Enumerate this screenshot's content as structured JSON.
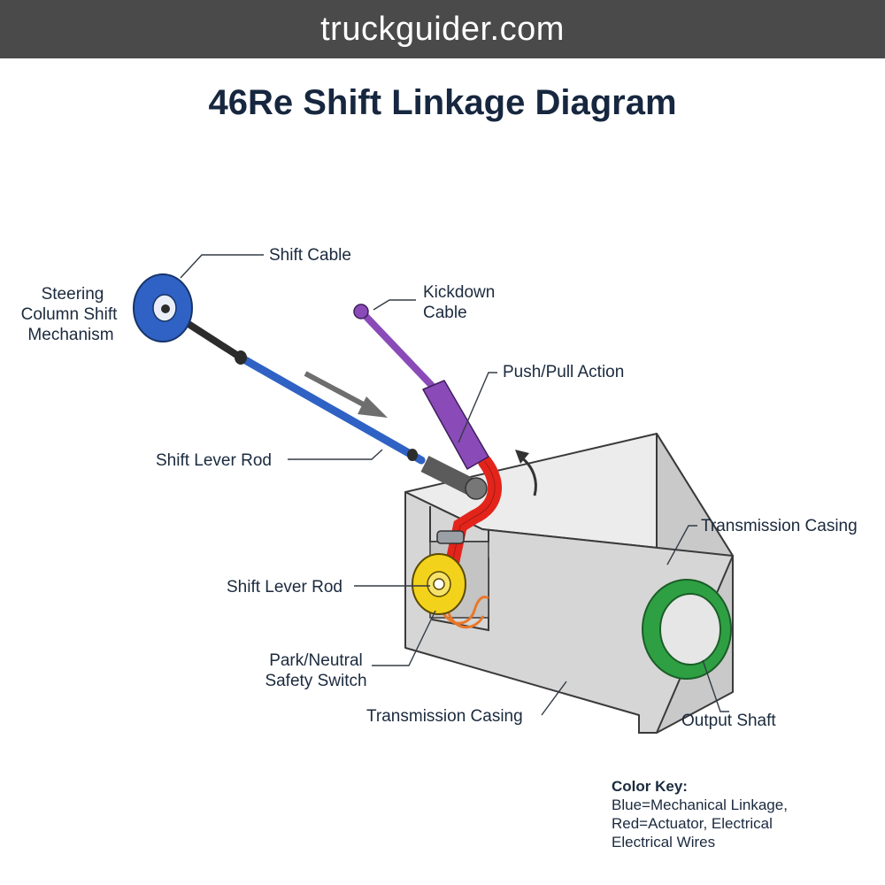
{
  "banner": {
    "text": "truckguider.com"
  },
  "title": "46Re Shift Linkage Diagram",
  "labels": {
    "shift_cable": "Shift Cable",
    "steering_col_l1": "Steering",
    "steering_col_l2": "Column Shift",
    "steering_col_l3": "Mechanism",
    "kickdown_l1": "Kickdown",
    "kickdown_l2": "Cable",
    "push_pull": "Push/Pull Action",
    "shift_lever_rod_upper": "Shift Lever Rod",
    "transmission_casing_right": "Transmission Casing",
    "shift_lever_rod_lower": "Shift Lever Rod",
    "park_neutral_l1": "Park/Neutral",
    "park_neutral_l2": "Safety Switch",
    "transmission_casing_bottom": "Transmission Casing",
    "output_shaft": "Output Shaft"
  },
  "color_key": {
    "title": "Color Key:",
    "line1": "Blue=Mechanical Linkage,",
    "line2": "Red=Actuator, Electrical",
    "line3": "Electrical Wires"
  },
  "colors": {
    "mechanical_linkage": "#2f62c4",
    "actuator": "#e3241b",
    "kickdown": "#8a4bb8",
    "safety_switch": "#f3d21b",
    "output_shaft": "#2ea043",
    "wires": "#e8782a",
    "casing": "#d8d8d8"
  }
}
